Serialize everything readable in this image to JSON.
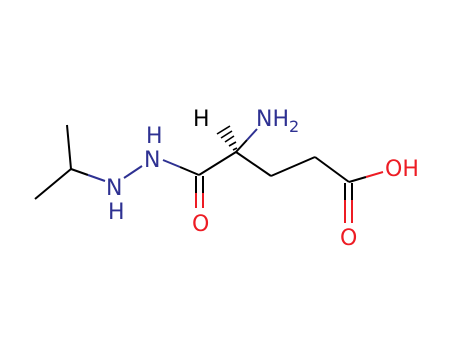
{
  "colors": {
    "bond": "#000000",
    "nitrogen": "#2e3192",
    "oxygen": "#ed1c24",
    "background": "#ffffff"
  },
  "atoms": {
    "n_upper": "N",
    "n_upper_h": "H",
    "n_lower": "N",
    "n_lower_h": "H",
    "stereo_h": "H",
    "amine": "NH",
    "amine_sub": "2",
    "carbonyl_o": "O",
    "acid_oh": "OH",
    "acid_o": "O"
  }
}
